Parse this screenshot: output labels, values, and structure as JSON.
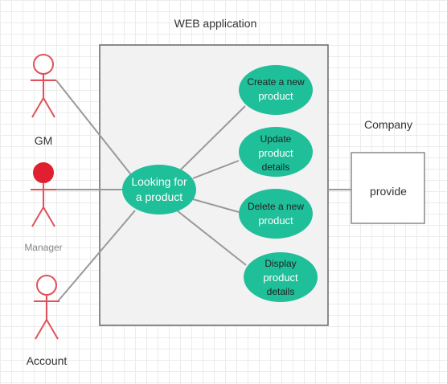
{
  "diagram": {
    "title": "WEB application",
    "company_label": "Company",
    "colors": {
      "actor": "#e0515a",
      "manager_head_fill": "#e02030",
      "usecase": "#1fbf9a",
      "line": "#999999",
      "border": "#666666",
      "system_fill": "#f2f2f2"
    },
    "actors": [
      {
        "id": "gm",
        "label": "GM"
      },
      {
        "id": "manager",
        "label": "Manager"
      },
      {
        "id": "account",
        "label": "Account"
      }
    ],
    "main_usecase": {
      "line1": "Looking for",
      "line2": "a product"
    },
    "usecases": [
      {
        "id": "create",
        "lines": [
          "Create a new",
          "product"
        ]
      },
      {
        "id": "update",
        "lines": [
          "Update",
          "product",
          "details"
        ]
      },
      {
        "id": "delete",
        "lines": [
          "Delete a new",
          "product"
        ]
      },
      {
        "id": "display",
        "lines": [
          "Display",
          "product",
          "details"
        ]
      }
    ],
    "external": {
      "label": "provide"
    }
  }
}
